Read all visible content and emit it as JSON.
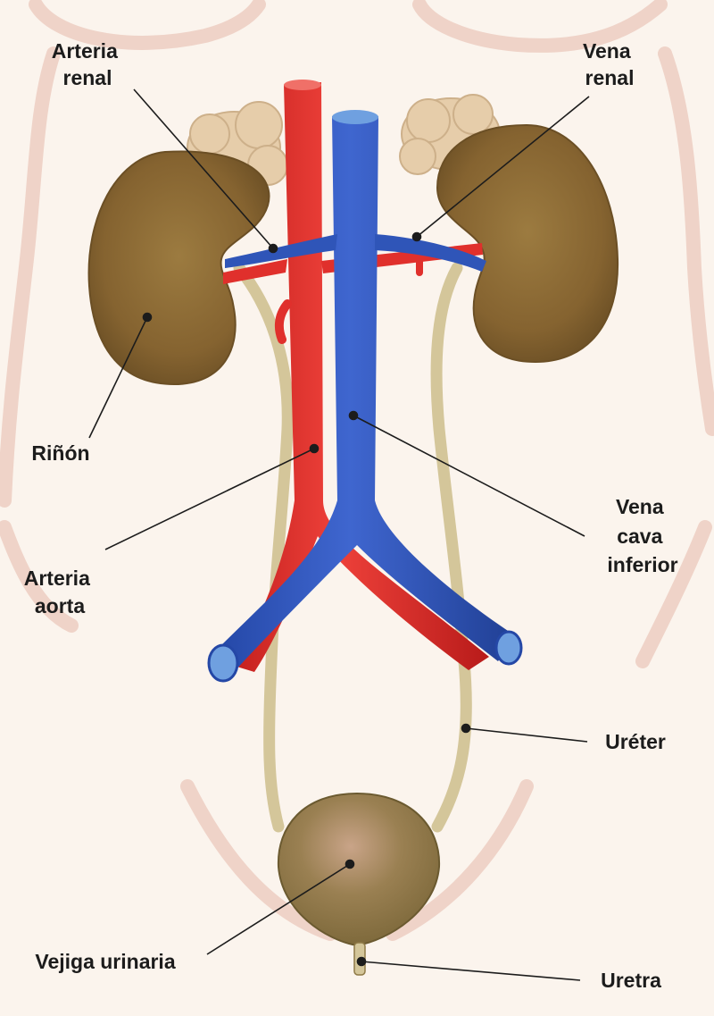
{
  "colors": {
    "background": "#fbf4ed",
    "body_outline": "#efd3c8",
    "kidney": "#8a6a33",
    "adrenal": "#e6cdaa",
    "artery": "#e0302c",
    "vein": "#2f55b8",
    "ureter": "#d4c69a",
    "bladder": "#8f7a47",
    "leader_line": "#1c1c1c"
  },
  "labels": {
    "arteria_renal": [
      "Arteria",
      "renal"
    ],
    "vena_renal": [
      "Vena",
      "renal"
    ],
    "rinon": [
      "Riñón"
    ],
    "arteria_aorta": [
      "Arteria",
      "aorta"
    ],
    "vena_cava_inferior": [
      "Vena",
      "cava",
      "inferior"
    ],
    "ureter": [
      "Uréter"
    ],
    "vejiga_urinaria": [
      "Vejiga urinaria"
    ],
    "uretra": [
      "Uretra"
    ]
  }
}
